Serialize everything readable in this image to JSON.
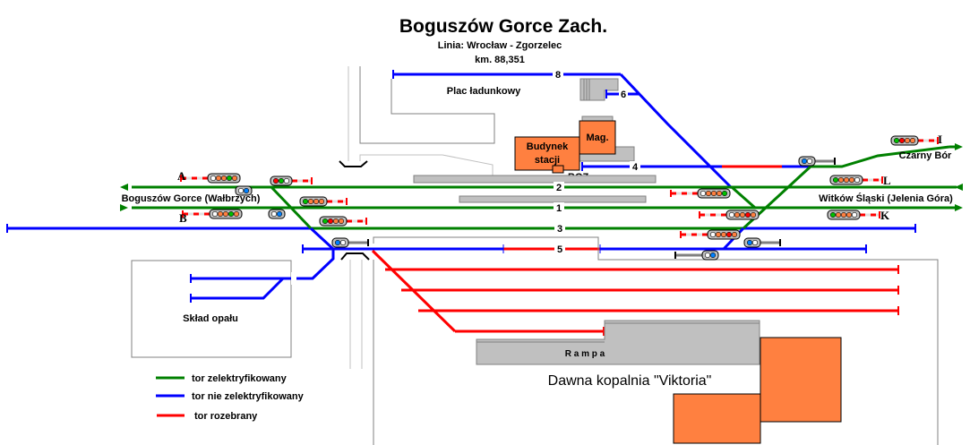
{
  "header": {
    "title": "Boguszów Gorce Zach.",
    "line": "Linia: Wrocław - Zgorzelec",
    "km": "km. 88,351"
  },
  "colors": {
    "electrified": "#008000",
    "non_electrified": "#0000ff",
    "dismantled": "#ff0000",
    "building": "#ff8040",
    "platform": "#c0c0c0",
    "outline": "#808080"
  },
  "tracks": [
    {
      "number": "1",
      "type": "electrified"
    },
    {
      "number": "2",
      "type": "electrified"
    },
    {
      "number": "3",
      "type": "electrified"
    },
    {
      "number": "4",
      "type": "non_electrified"
    },
    {
      "number": "5",
      "type": "dismantled"
    },
    {
      "number": "6",
      "type": "non_electrified"
    },
    {
      "number": "8",
      "type": "non_electrified"
    }
  ],
  "labels": {
    "loading_yard": "Plac ładunkowy",
    "station_building": [
      "Budynek",
      "stacji"
    ],
    "warehouse": "Mag.",
    "station_code": "BGZ",
    "fuel_depot": "Skład opału",
    "ramp": "R a m p a",
    "mine": "Dawna kopalnia \"Viktoria\""
  },
  "directions": {
    "west": "Boguszów Gorce (Wałbrzych)",
    "east": "Witków Śląski (Jelenia Góra)",
    "northeast": "Czarny Bór"
  },
  "signals": {
    "A": "A",
    "B": "B",
    "I": "I",
    "L": "L",
    "K": "K"
  },
  "legend": [
    {
      "label": "tor zelektryfikowany",
      "type": "electrified"
    },
    {
      "label": "tor nie zelektryfikowany",
      "type": "non_electrified"
    },
    {
      "label": "tor rozebrany",
      "type": "dismantled"
    }
  ]
}
